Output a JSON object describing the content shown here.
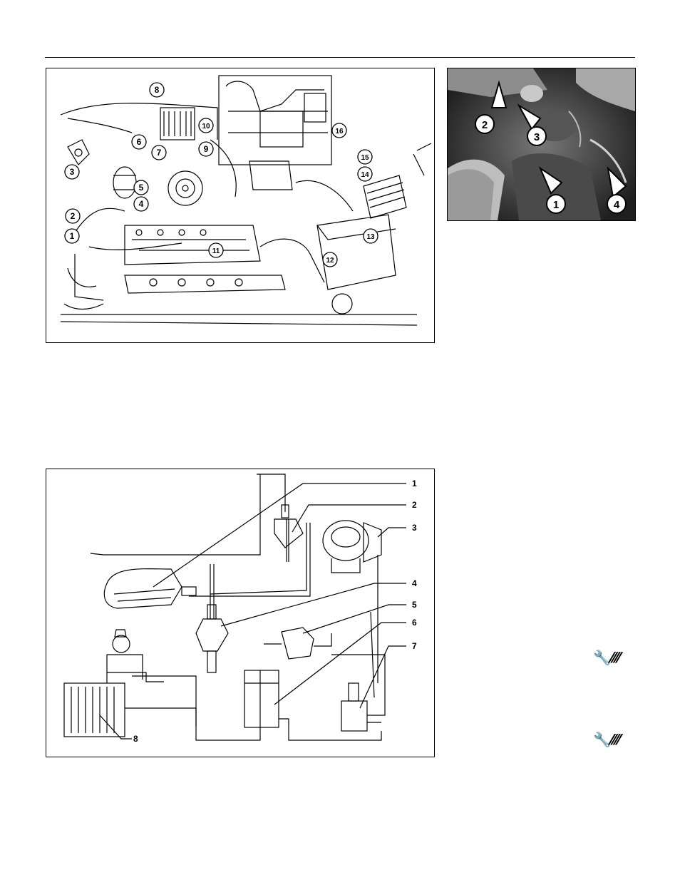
{
  "engine_figure": {
    "callouts": [
      "1",
      "2",
      "3",
      "4",
      "5",
      "6",
      "7",
      "8",
      "9",
      "10",
      "11",
      "12",
      "13",
      "14",
      "15",
      "16"
    ]
  },
  "photo_figure": {
    "callouts": [
      "1",
      "2",
      "3",
      "4"
    ]
  },
  "schematic_figure": {
    "callouts": [
      "1",
      "2",
      "3",
      "4",
      "5",
      "6",
      "7",
      "8"
    ]
  },
  "difficulty_icons": [
    {
      "icon": "wrench-rating-icon",
      "text": "🔧⁄⁄⁄⁄"
    },
    {
      "icon": "wrench-rating-icon",
      "text": "🔧⁄⁄⁄⁄"
    }
  ]
}
